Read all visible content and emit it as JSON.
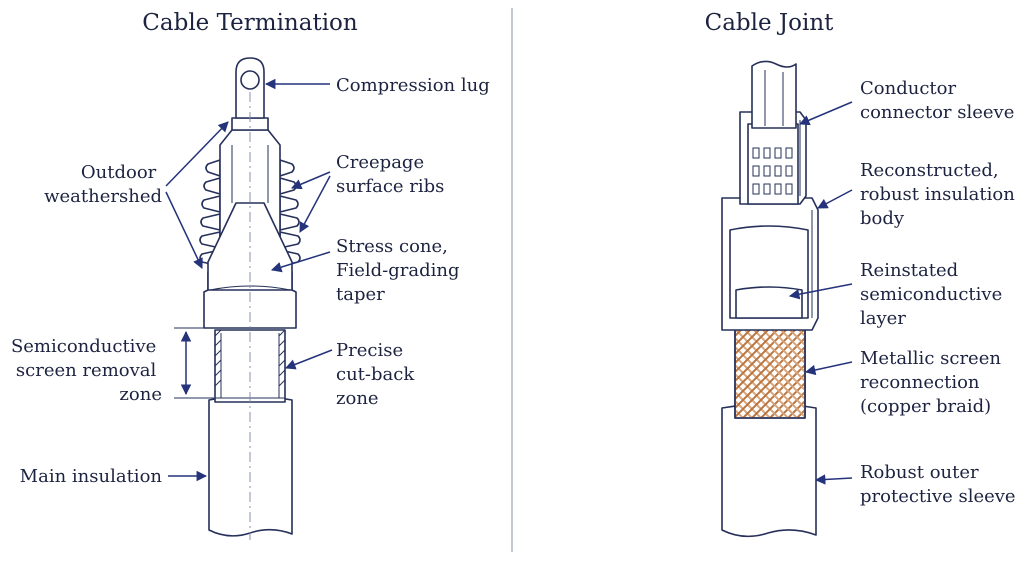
{
  "diagrams": [
    {
      "id": "termination",
      "title": "Cable Termination",
      "labels": [
        {
          "key": "lug",
          "lines": [
            "Compression lug"
          ]
        },
        {
          "key": "weathershed",
          "lines": [
            "Outdoor",
            "weathershed"
          ]
        },
        {
          "key": "ribs",
          "lines": [
            "Creepage",
            "surface ribs"
          ]
        },
        {
          "key": "stress",
          "lines": [
            "Stress cone,",
            "Field-grading",
            "taper"
          ]
        },
        {
          "key": "screen",
          "lines": [
            "Semiconductive",
            "screen removal",
            "zone"
          ]
        },
        {
          "key": "cutback",
          "lines": [
            "Precise",
            "cut-back",
            "zone"
          ]
        },
        {
          "key": "insulation",
          "lines": [
            "Main insulation"
          ]
        }
      ]
    },
    {
      "id": "joint",
      "title": "Cable Joint",
      "labels": [
        {
          "key": "connector",
          "lines": [
            "Conductor",
            "connector sleeve"
          ]
        },
        {
          "key": "body",
          "lines": [
            "Reconstructed,",
            "robust insulation",
            "body"
          ]
        },
        {
          "key": "semicon",
          "lines": [
            "Reinstated",
            "semiconductive",
            "layer"
          ]
        },
        {
          "key": "braid",
          "lines": [
            "Metallic screen",
            "reconnection",
            "(copper braid)"
          ]
        },
        {
          "key": "sleeve",
          "lines": [
            "Robust outer",
            "protective sleeve"
          ]
        }
      ]
    }
  ],
  "colors": {
    "ink": "#26305a",
    "arrow": "#24337a",
    "copper": "#b9753f",
    "copper_light": "#d9a47a",
    "fill": "#ffffff"
  }
}
